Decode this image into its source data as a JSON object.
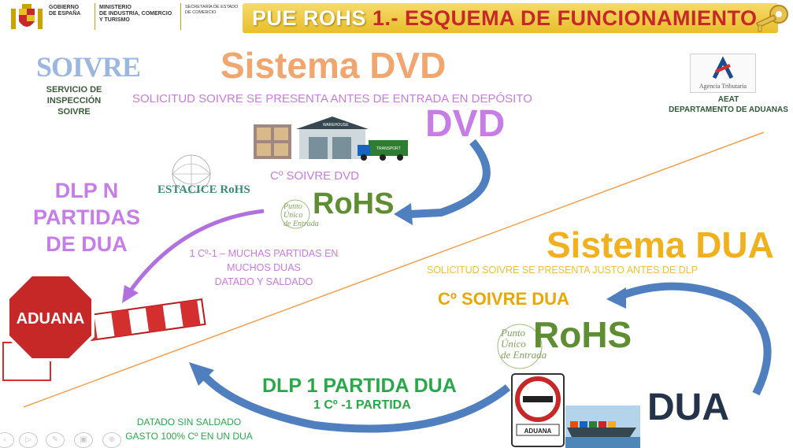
{
  "header": {
    "gobierno": "GOBIERNO\nDE ESPAÑA",
    "ministerio": "MINISTERIO\nDE INDUSTRIA, COMERCIO\nY TURISMO",
    "secretaria": "SECRETARÍA DE ESTADO\nDE COMERCIO",
    "title_a": "PUE ROHS ",
    "title_b": "1.- ESQUEMA DE FUNCIONAMIENTO"
  },
  "soivre": {
    "logo": "SOIVRE",
    "subtitle": "SERVICIO DE INSPECCIÓN\nSOIVRE"
  },
  "aeat": {
    "logo_text": "Agencia Tributaria",
    "name": "AEAT\nDEPARTAMENTO DE ADUANAS"
  },
  "dvd": {
    "system_title": "Sistema DVD",
    "request": "SOLICITUD SOIVRE SE PRESENTA ANTES DE ENTRADA EN DEPÓSITO",
    "big": "DVD",
    "certificate": "Cº SOIVRE DVD",
    "rohs": "RoHS",
    "dlp_n": "DLP N\nPARTIDAS\nDE DUA",
    "estacice": "ESTACICE RoHS",
    "muchas": "1 Cº-1 – MUCHAS PARTIDAS EN\nMUCHOS DUAS\nDATADO  Y SALDADO",
    "warehouse_label": "WAREHOUSE",
    "transport_label": "TRANSPORT"
  },
  "dua": {
    "system_title": "Sistema DUA",
    "request": "SOLICITUD SOIVRE  SE PRESENTA  JUSTO ANTES DE DLP",
    "certificate": "Cº SOIVRE DUA",
    "rohs": "RoHS",
    "dlp1": "DLP 1 PARTIDA DUA",
    "cd1": "1 Cº -1 PARTIDA",
    "big": "DUA",
    "datado": "DATADO  SIN SALDADO\nGASTO 100% Cº EN UN DUA"
  },
  "punto_unico": "Punto\nÚnico\nde Entrada",
  "aduana_sign": "ADUANA",
  "aduana_small": "ADUANA",
  "colors": {
    "title_bar": "#e8bf2a",
    "purple": "#c77de8",
    "orange": "#f0a66e",
    "yellow": "#f1b11f",
    "green": "#29a84a",
    "rohs_green": "#5e8d32",
    "arrow_blue": "#4f7fbf",
    "diagonal": "#f0a050"
  },
  "icons": [
    "spain-shield-icon",
    "key-icon",
    "aeat-logo-icon",
    "globe-network-icon",
    "warehouse-icon",
    "stop-sign-icon",
    "no-entry-sign-icon",
    "ship-icon"
  ]
}
